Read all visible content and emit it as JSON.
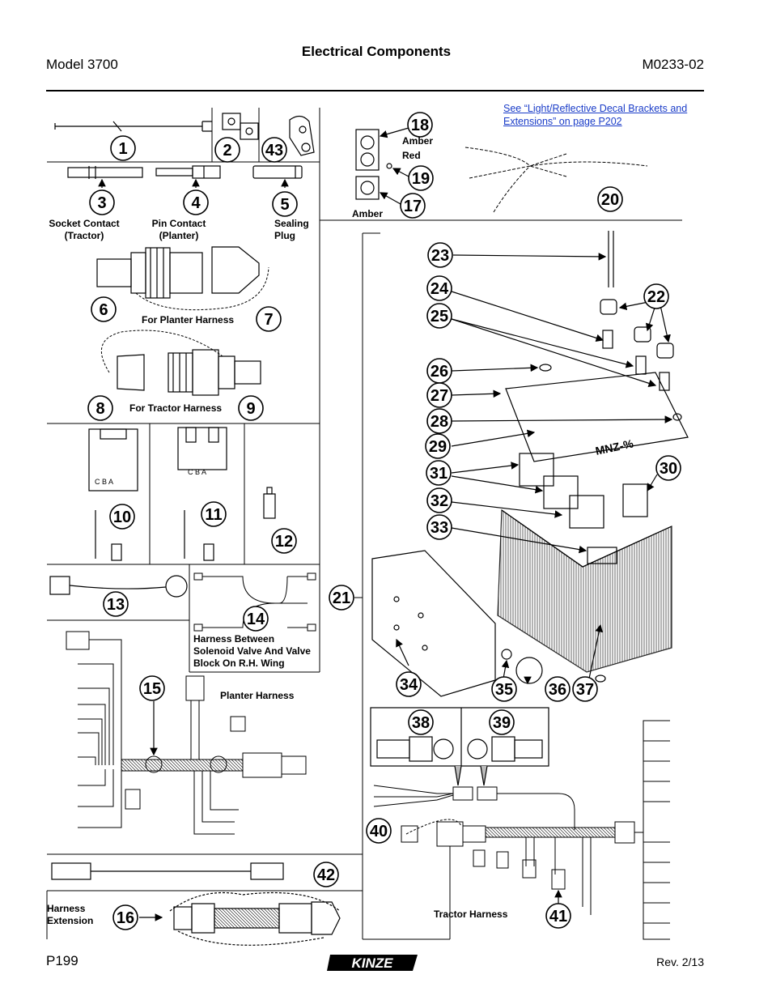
{
  "header": {
    "model": "Model 3700",
    "title": "Electrical Components",
    "code": "M0233-02"
  },
  "footer": {
    "page": "P199",
    "rev": "Rev. 2/13",
    "brand": "KINZE"
  },
  "link_note": {
    "line1": "See “Light/Reflective Decal Brackets and",
    "line2": "Extensions” on page P202"
  },
  "labels": {
    "amber_top": "Amber",
    "red": "Red",
    "amber_bottom": "Amber",
    "socket_contact_1": "Socket Contact",
    "socket_contact_2": "(Tractor)",
    "pin_contact_1": "Pin Contact",
    "pin_contact_2": "(Planter)",
    "sealing_plug_1": "Sealing",
    "sealing_plug_2": "Plug",
    "for_planter_harness": "For Planter Harness",
    "for_tractor_harness": "For Tractor Harness",
    "harness_between_1": "Harness Between",
    "harness_between_2": "Solenoid Valve And Valve",
    "harness_between_3": "Block On R.H. Wing",
    "planter_harness": "Planter Harness",
    "harness_extension_1": "Harness",
    "harness_extension_2": "Extension",
    "tractor_harness": "Tractor Harness",
    "connector_cba_1": "C B A",
    "connector_cba_2": "C B A",
    "switch_text": "MNZ-%"
  },
  "callouts": [
    "1",
    "2",
    "43",
    "3",
    "4",
    "5",
    "6",
    "7",
    "8",
    "9",
    "10",
    "11",
    "12",
    "13",
    "14",
    "15",
    "16",
    "17",
    "18",
    "19",
    "20",
    "21",
    "22",
    "23",
    "24",
    "25",
    "26",
    "27",
    "28",
    "29",
    "30",
    "31",
    "32",
    "33",
    "34",
    "35",
    "36",
    "37",
    "38",
    "39",
    "40",
    "41",
    "42"
  ]
}
